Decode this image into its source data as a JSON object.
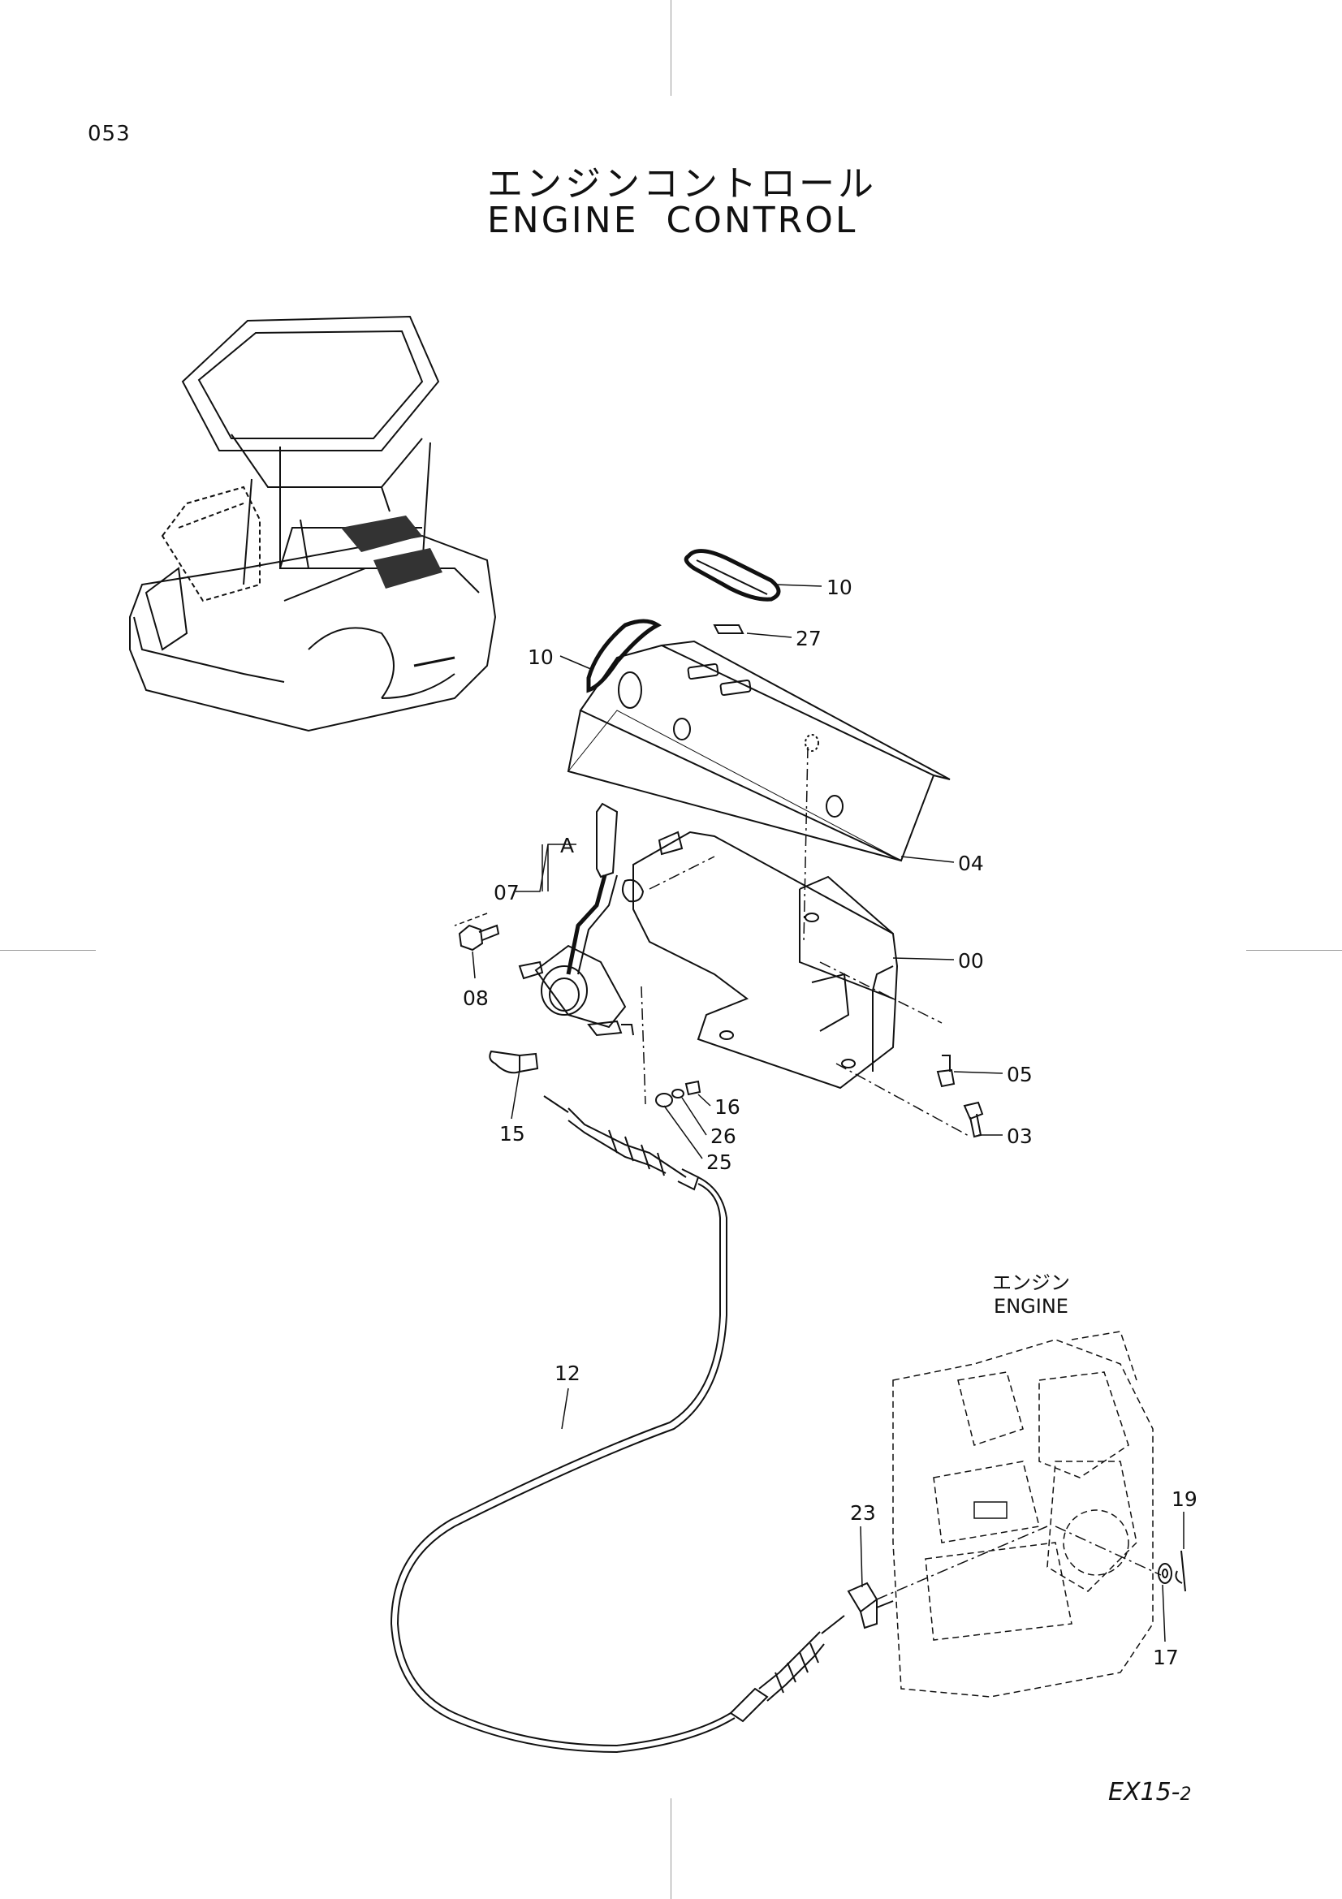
{
  "page_number": "053",
  "title": {
    "japanese": "エンジンコントロール",
    "english": "ENGINE  CONTROL"
  },
  "engine_caption": {
    "japanese": "エンジン",
    "english": "ENGINE"
  },
  "detail_marker": "A",
  "footer": {
    "model": "EX15-",
    "variant": "2"
  },
  "part_labels": [
    "10",
    "27",
    "10",
    "04",
    "07",
    "00",
    "08",
    "05",
    "15",
    "16",
    "26",
    "03",
    "25",
    "12",
    "23",
    "19",
    "17"
  ],
  "icons": [
    "machine-overview",
    "control-box-cover",
    "throttle-lever",
    "mounting-bracket",
    "throttle-cable",
    "engine-assembly"
  ]
}
